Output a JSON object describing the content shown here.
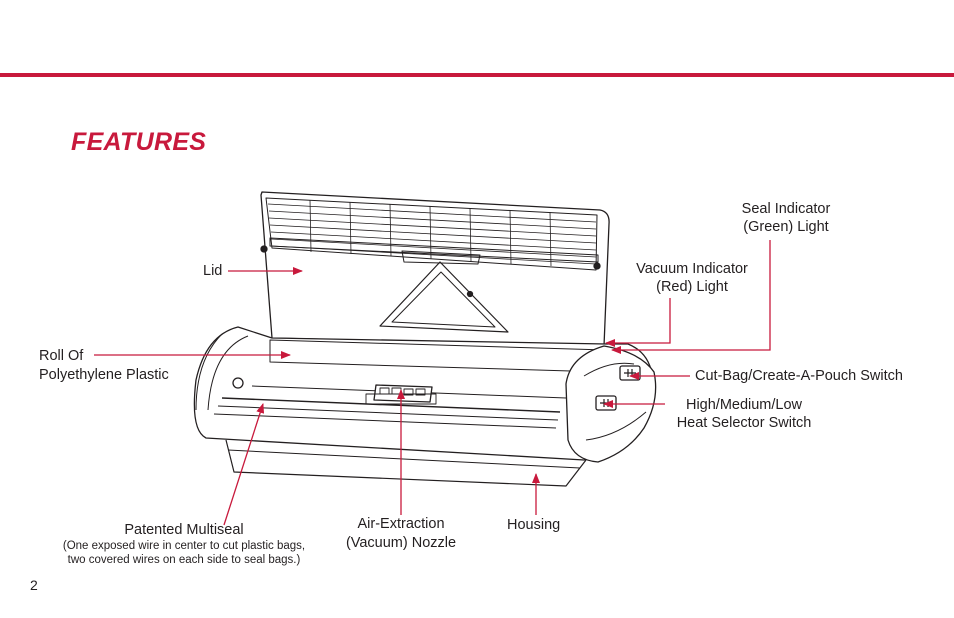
{
  "header": {
    "title": "FEATURES"
  },
  "labels": {
    "lid": "Lid",
    "roll_line1": "Roll Of",
    "roll_line2": "Polyethylene Plastic",
    "seal_line1": "Seal Indicator",
    "seal_line2": "(Green) Light",
    "vacuum_line1": "Vacuum Indicator",
    "vacuum_line2": "(Red) Light",
    "cutbag": "Cut-Bag/Create-A-Pouch Switch",
    "heat_line1": "High/Medium/Low",
    "heat_line2": "Heat Selector Switch",
    "multiseal": "Patented Multiseal",
    "multiseal_note1": "(One exposed wire in center to cut plastic bags,",
    "multiseal_note2": "two covered wires on each side to seal bags.)",
    "nozzle_line1": "Air-Extraction",
    "nozzle_line2": "(Vacuum) Nozzle",
    "housing": "Housing"
  },
  "footer": {
    "page_number": "2"
  },
  "colors": {
    "accent": "#c8193c",
    "text": "#231f20"
  }
}
